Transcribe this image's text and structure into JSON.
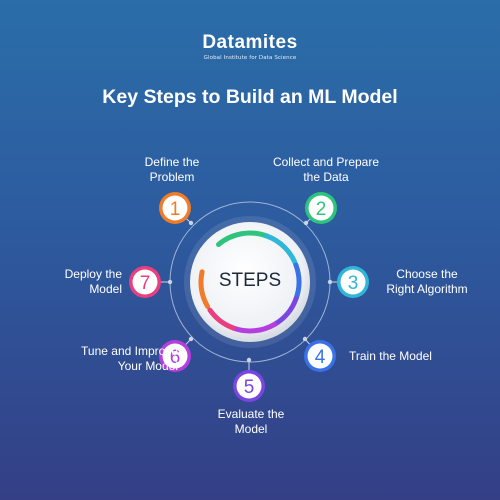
{
  "brand": {
    "name": "Datamites",
    "tagline": "Global Institute for Data Science"
  },
  "title": "Key Steps to Build an ML Model",
  "center_label": "STEPS",
  "steps": [
    {
      "number": "1",
      "label": "Define the\nProblem",
      "color": "#f07b29"
    },
    {
      "number": "2",
      "label": "Collect and Prepare\nthe Data",
      "color": "#2fc47d"
    },
    {
      "number": "3",
      "label": "Choose the\nRight Algorithm",
      "color": "#30b6d9"
    },
    {
      "number": "4",
      "label": "Train the Model",
      "color": "#3a72e6"
    },
    {
      "number": "5",
      "label": "Evaluate the\nModel",
      "color": "#7a45e0"
    },
    {
      "number": "6",
      "label": "Tune and Improve\nYour Model",
      "color": "#b43fdd"
    },
    {
      "number": "7",
      "label": "Deploy the\nModel",
      "color": "#e83f7f"
    }
  ]
}
